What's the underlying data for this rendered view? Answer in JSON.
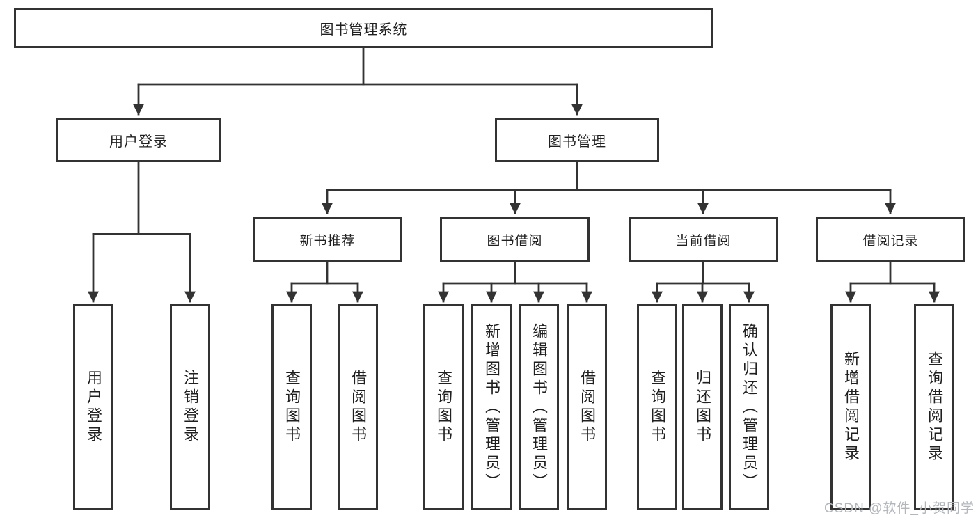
{
  "diagram_type": "tree",
  "tree": {
    "label": "图书管理系统",
    "children": [
      {
        "label": "用户登录",
        "children": [
          {
            "label": "用户登录"
          },
          {
            "label": "注销登录"
          }
        ]
      },
      {
        "label": "图书管理",
        "children": [
          {
            "label": "新书推荐",
            "children": [
              {
                "label": "查询图书"
              },
              {
                "label": "借阅图书"
              }
            ]
          },
          {
            "label": "图书借阅",
            "children": [
              {
                "label": "查询图书"
              },
              {
                "label": "新增图书（管理员）"
              },
              {
                "label": "编辑图书（管理员）"
              },
              {
                "label": "借阅图书"
              }
            ]
          },
          {
            "label": "当前借阅",
            "children": [
              {
                "label": "查询图书"
              },
              {
                "label": "归还图书"
              },
              {
                "label": "确认归还（管理员）"
              }
            ]
          },
          {
            "label": "借阅记录",
            "children": [
              {
                "label": "新增借阅记录"
              },
              {
                "label": "查询借阅记录"
              }
            ]
          }
        ]
      }
    ]
  },
  "watermark": {
    "text": "CSDN @软件_小贺同学"
  },
  "colors": {
    "line": "#333333",
    "box_border": "#333333",
    "box_fill": "#ffffff",
    "text": "#1f1f1f",
    "watermark": "#b3b7bb",
    "background": "#ffffff"
  }
}
